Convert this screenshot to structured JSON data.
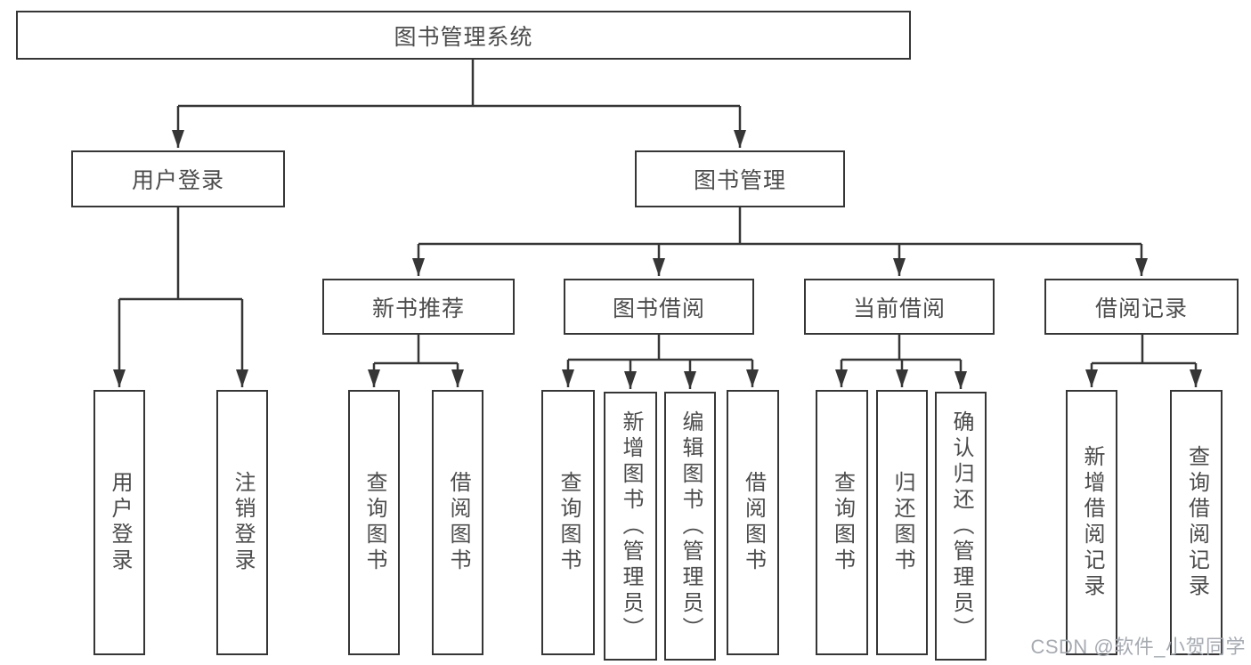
{
  "tree": {
    "root": {
      "label": "图书管理系统",
      "children": [
        {
          "label": "用户登录",
          "children": [
            {
              "label": "用户登录"
            },
            {
              "label": "注销登录"
            }
          ]
        },
        {
          "label": "图书管理",
          "children": [
            {
              "label": "新书推荐",
              "children": [
                {
                  "label": "查询图书"
                },
                {
                  "label": "借阅图书"
                }
              ]
            },
            {
              "label": "图书借阅",
              "children": [
                {
                  "label": "查询图书"
                },
                {
                  "label": "新增图书（管理员）"
                },
                {
                  "label": "编辑图书（管理员）"
                },
                {
                  "label": "借阅图书"
                }
              ]
            },
            {
              "label": "当前借阅",
              "children": [
                {
                  "label": "查询图书"
                },
                {
                  "label": "归还图书"
                },
                {
                  "label": "确认归还（管理员）"
                }
              ]
            },
            {
              "label": "借阅记录",
              "children": [
                {
                  "label": "新增借阅记录"
                },
                {
                  "label": "查询借阅记录"
                }
              ]
            }
          ]
        }
      ]
    }
  },
  "watermark": "CSDN @软件_小贺同学",
  "colors": {
    "line": "#363636",
    "node_text": "#4c4c4c",
    "watermark_text": "#a6abb2",
    "background": "#ffffff"
  }
}
